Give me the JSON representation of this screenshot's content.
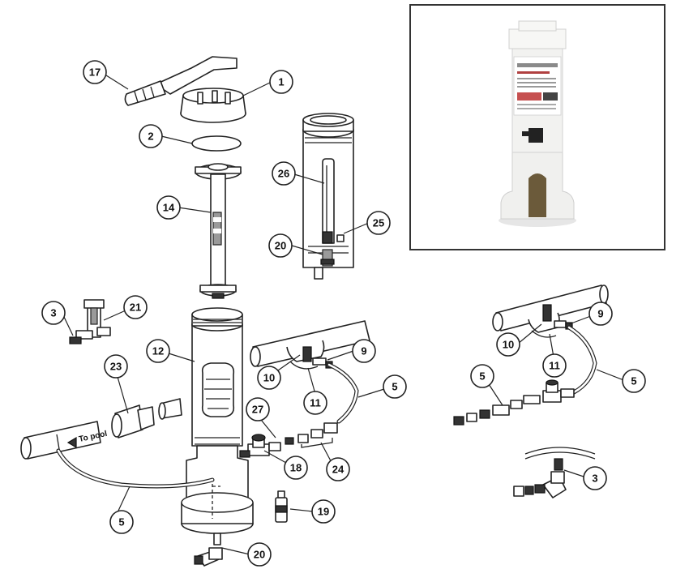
{
  "callouts": [
    {
      "id": "c17",
      "label": "17"
    },
    {
      "id": "c1",
      "label": "1"
    },
    {
      "id": "c2",
      "label": "2"
    },
    {
      "id": "c14",
      "label": "14"
    },
    {
      "id": "c26",
      "label": "26"
    },
    {
      "id": "c25",
      "label": "25"
    },
    {
      "id": "c20a",
      "label": "20"
    },
    {
      "id": "c3a",
      "label": "3"
    },
    {
      "id": "c21",
      "label": "21"
    },
    {
      "id": "c12",
      "label": "12"
    },
    {
      "id": "c23",
      "label": "23"
    },
    {
      "id": "c9a",
      "label": "9"
    },
    {
      "id": "c10a",
      "label": "10"
    },
    {
      "id": "c11a",
      "label": "11"
    },
    {
      "id": "c5a",
      "label": "5"
    },
    {
      "id": "c27",
      "label": "27"
    },
    {
      "id": "c18",
      "label": "18"
    },
    {
      "id": "c24",
      "label": "24"
    },
    {
      "id": "c5b",
      "label": "5"
    },
    {
      "id": "c19",
      "label": "19"
    },
    {
      "id": "c20b",
      "label": "20"
    },
    {
      "id": "c9b",
      "label": "9"
    },
    {
      "id": "c10b",
      "label": "10"
    },
    {
      "id": "c11b",
      "label": "11"
    },
    {
      "id": "c5c",
      "label": "5"
    },
    {
      "id": "c5d",
      "label": "5"
    },
    {
      "id": "c3b",
      "label": "3"
    }
  ],
  "pipe_label": "To pool",
  "colors": {
    "line": "#222222",
    "background": "#ffffff",
    "inset_border": "#333333"
  }
}
